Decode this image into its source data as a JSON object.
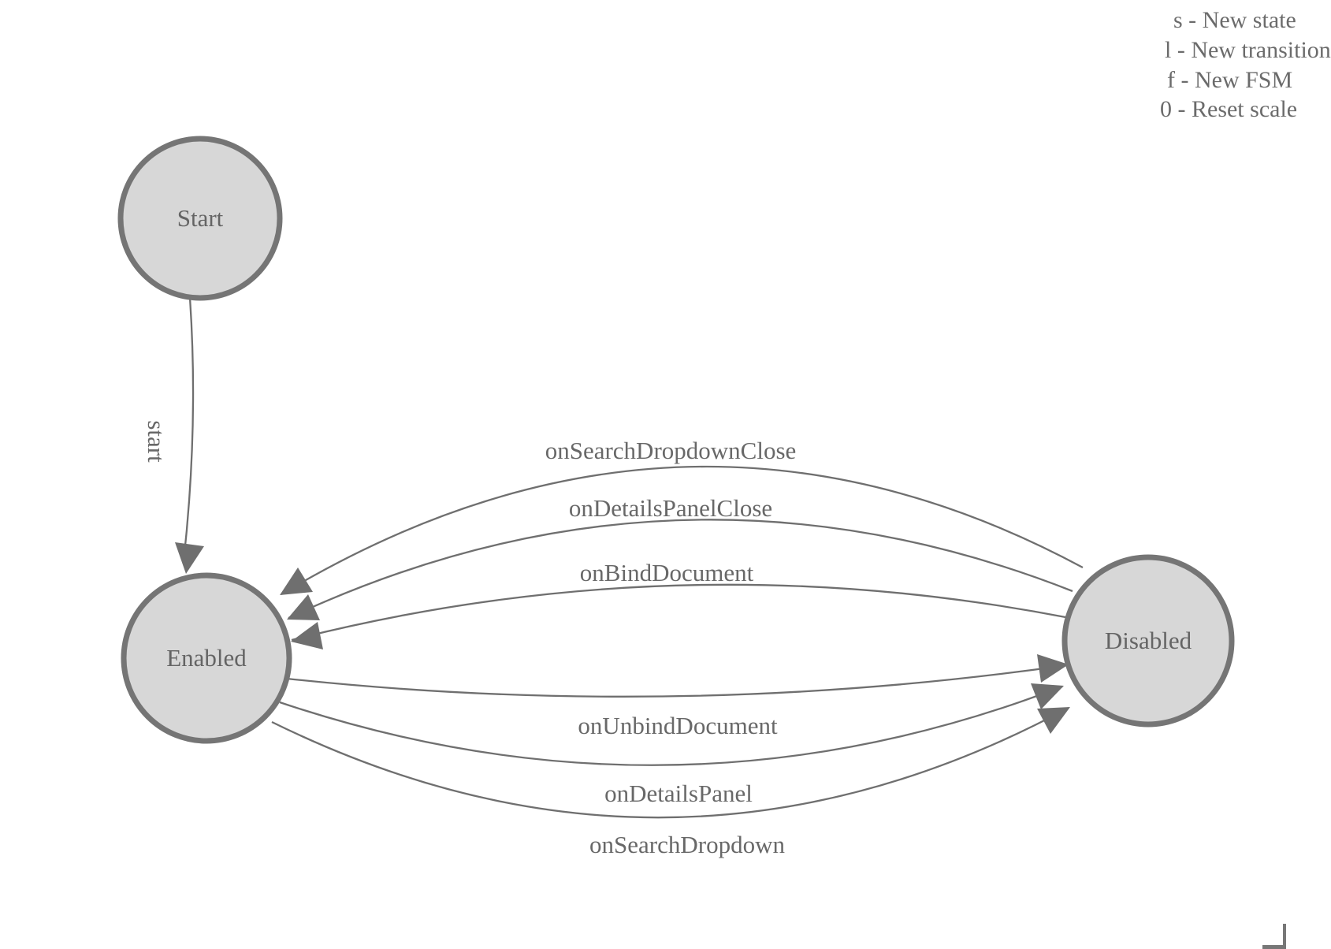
{
  "diagram": {
    "type": "finite-state-machine",
    "states": [
      {
        "id": "start",
        "label": "Start"
      },
      {
        "id": "enabled",
        "label": "Enabled"
      },
      {
        "id": "disabled",
        "label": "Disabled"
      }
    ],
    "transitions": [
      {
        "label": "start",
        "from": "Start",
        "to": "Enabled"
      },
      {
        "label": "onSearchDropdownClose",
        "from": "Disabled",
        "to": "Enabled"
      },
      {
        "label": "onDetailsPanelClose",
        "from": "Disabled",
        "to": "Enabled"
      },
      {
        "label": "onBindDocument",
        "from": "Disabled",
        "to": "Enabled"
      },
      {
        "label": "onUnbindDocument",
        "from": "Enabled",
        "to": "Disabled"
      },
      {
        "label": "onDetailsPanel",
        "from": "Enabled",
        "to": "Disabled"
      },
      {
        "label": "onSearchDropdown",
        "from": "Enabled",
        "to": "Disabled"
      }
    ]
  },
  "legend": {
    "items": [
      "s - New state",
      "l - New transition",
      "f - New FSM",
      "0 - Reset scale"
    ]
  },
  "colors": {
    "background": "#ffffff",
    "state_fill": "#d7d7d7",
    "state_stroke": "#757575",
    "edge_stroke": "#6f6f6f",
    "text": "#686868"
  }
}
